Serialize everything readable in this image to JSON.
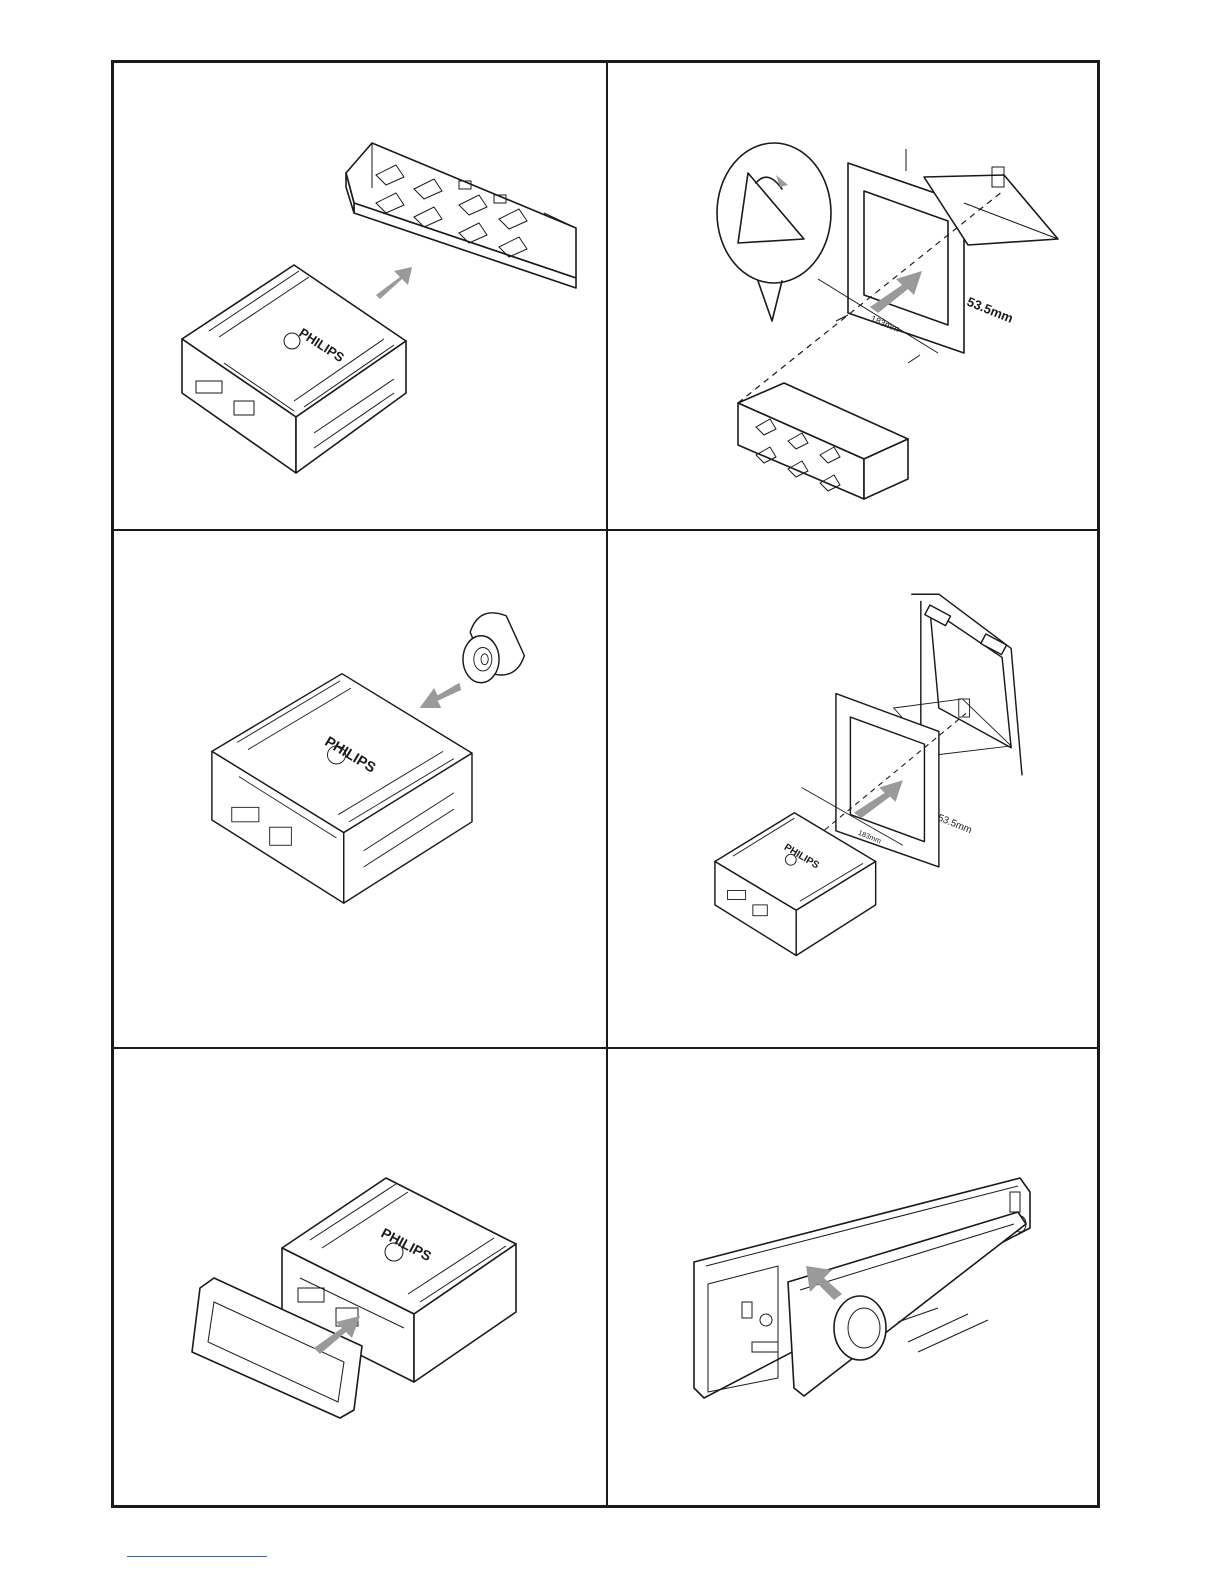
{
  "brand": "PHILIPS",
  "dimensions": {
    "height_label": "53.5mm",
    "width_label": "183mm"
  },
  "colors": {
    "line": "#1a1a1a",
    "arrow": "#9a9a9a",
    "background": "#ffffff"
  },
  "icons": [
    "arrow-icon",
    "magnifier-callout-icon",
    "rubber-bushing-icon"
  ]
}
